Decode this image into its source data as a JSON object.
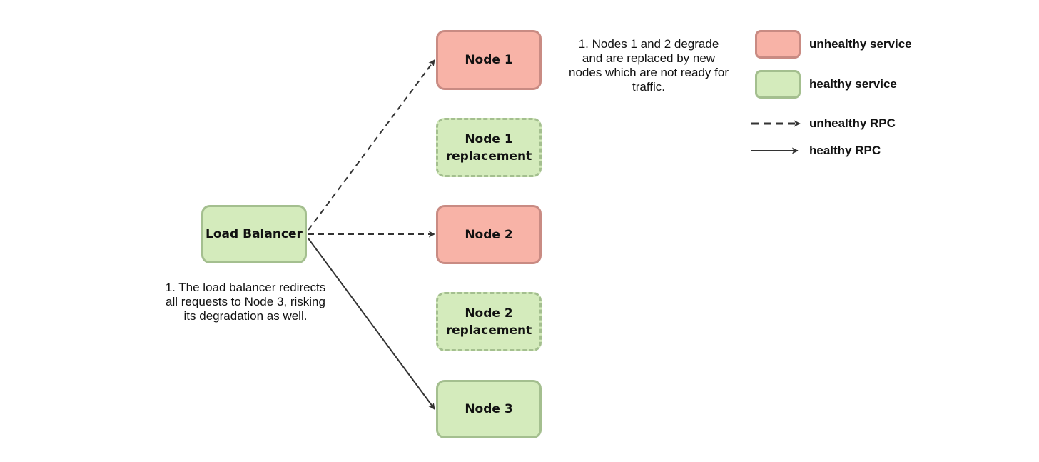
{
  "diagram": {
    "nodes": {
      "load_balancer": "Load Balancer",
      "node1": "Node 1",
      "node1_replacement": "Node 1\nreplacement",
      "node2": "Node 2",
      "node2_replacement": "Node 2\nreplacement",
      "node3": "Node 3"
    },
    "notes": {
      "degrade": "1. Nodes 1 and 2 degrade\nand are replaced by new\nnodes which are not ready for\ntraffic.",
      "redirect": "1. The load balancer redirects\nall requests to Node 3, risking\nits degradation as well."
    },
    "legend": {
      "unhealthy_service": "unhealthy service",
      "healthy_service": "healthy service",
      "unhealthy_rpc": "unhealthy RPC",
      "healthy_rpc": "healthy RPC"
    },
    "edges": [
      {
        "from": "load_balancer",
        "to": "node1",
        "style": "dashed",
        "status": "unhealthy RPC"
      },
      {
        "from": "load_balancer",
        "to": "node2",
        "style": "dashed",
        "status": "unhealthy RPC"
      },
      {
        "from": "load_balancer",
        "to": "node3",
        "style": "solid",
        "status": "healthy RPC"
      }
    ],
    "colors": {
      "unhealthy_fill": "#f8b3a7",
      "unhealthy_border": "#c98b83",
      "healthy_fill": "#d4ebbc",
      "healthy_border": "#a4bf8f",
      "arrow": "#333333"
    }
  }
}
